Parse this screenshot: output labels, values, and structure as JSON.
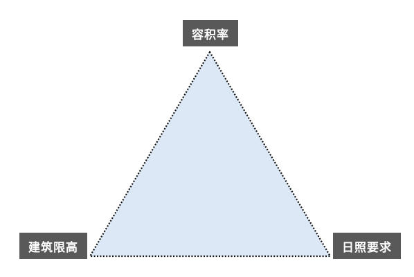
{
  "diagram": {
    "nodes": {
      "top": "容积率",
      "bottom_left": "建筑限高",
      "bottom_right": "日照要求"
    },
    "colors": {
      "triangle_fill": "#dce8f5",
      "triangle_stroke": "#111111",
      "label_background": "#595959",
      "label_text": "#ffffff"
    }
  }
}
